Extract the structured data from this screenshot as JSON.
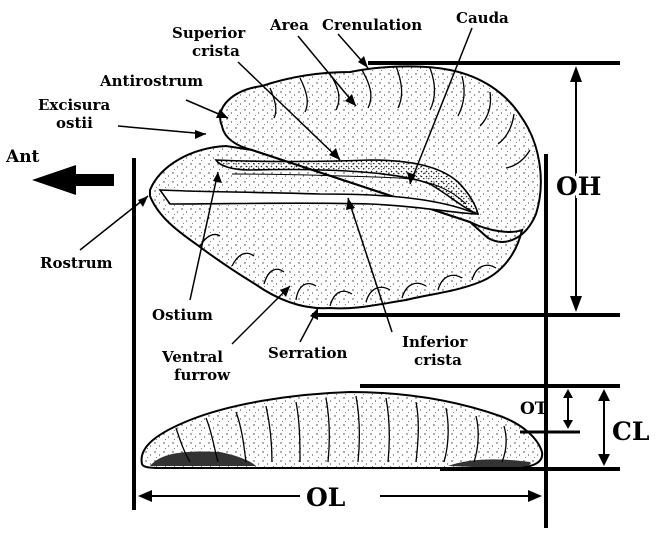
{
  "labels": {
    "superior_crista_1": "Superior",
    "superior_crista_2": "crista",
    "area": "Area",
    "crenulation": "Crenulation",
    "cauda": "Cauda",
    "antirostrum": "Antirostrum",
    "excisura_1": "Excisura",
    "excisura_2": "ostii",
    "ant": "Ant",
    "rostrum": "Rostrum",
    "ostium": "Ostium",
    "ventral_furrow_1": "Ventral",
    "ventral_furrow_2": "furrow",
    "serration": "Serration",
    "inferior_crista_1": "Inferior",
    "inferior_crista_2": "crista"
  },
  "measurements": {
    "oh": "OH",
    "ot": "OT",
    "cl": "CL",
    "ol": "OL"
  }
}
